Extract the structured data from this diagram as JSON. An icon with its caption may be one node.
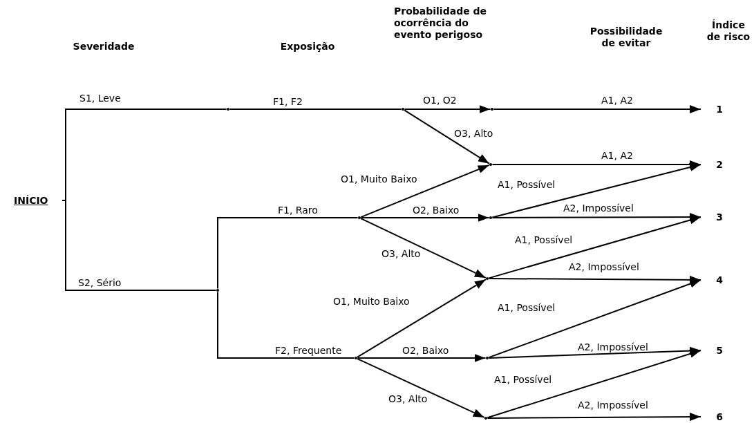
{
  "diagram": {
    "nodes": [
      {
        "text": [
          "INÍCIO"
        ]
      },
      {
        "text": [
          "1"
        ]
      },
      {
        "text": [
          "2"
        ]
      },
      {
        "text": [
          "3"
        ]
      },
      {
        "text": [
          "4"
        ]
      },
      {
        "text": [
          "5"
        ]
      },
      {
        "text": [
          "6"
        ]
      },
      {
        "text": [],
        "shape": "point"
      },
      {
        "text": [],
        "shape": "point"
      },
      {
        "text": [],
        "shape": "point"
      },
      {
        "text": [],
        "shape": "point"
      },
      {
        "text": [],
        "shape": "point"
      },
      {
        "text": [],
        "shape": "point"
      },
      {
        "text": [],
        "shape": "point"
      },
      {
        "text": [],
        "shape": "point"
      },
      {
        "text": [],
        "shape": "point"
      },
      {
        "text": [],
        "shape": "point"
      },
      {
        "text": [],
        "shape": "point"
      }
    ],
    "edges": [
      {
        "from": 0,
        "to": 7,
        "arrow": "none",
        "label": "S1, Leve"
      },
      {
        "from": 7,
        "to": 8,
        "arrow": "none",
        "label": "F1, F2"
      },
      {
        "from": 8,
        "to": 9,
        "arrow": "to",
        "label": "O1, O2"
      },
      {
        "from": 9,
        "to": 1,
        "arrow": "to",
        "label": "A1, A2"
      },
      {
        "from": 8,
        "to": 10,
        "arrow": "to",
        "label": "O3, Alto"
      },
      {
        "from": 10,
        "to": 2,
        "arrow": "to",
        "label": "A1, A2"
      },
      {
        "from": 0,
        "to": 11,
        "arrow": "none",
        "label": "S2, Sério"
      },
      {
        "from": 11,
        "to": 12,
        "arrow": "none",
        "label": "F1, Raro"
      },
      {
        "from": 11,
        "to": 15,
        "arrow": "none",
        "label": "F2, Frequente"
      },
      {
        "from": 12,
        "to": 10,
        "arrow": "to",
        "label": "O1, Muito Baixo"
      },
      {
        "from": 12,
        "to": 13,
        "arrow": "to",
        "label": "O2, Baixo"
      },
      {
        "from": 12,
        "to": 14,
        "arrow": "to",
        "label": "O3, Alto"
      },
      {
        "from": 13,
        "to": 2,
        "arrow": "to",
        "label": "A1, Possível"
      },
      {
        "from": 13,
        "to": 3,
        "arrow": "to",
        "label": "A2, Impossível"
      },
      {
        "from": 14,
        "to": 3,
        "arrow": "to",
        "label": "A1, Possível"
      },
      {
        "from": 14,
        "to": 4,
        "arrow": "to",
        "label": "A2, Impossível"
      },
      {
        "from": 15,
        "to": 14,
        "arrow": "to",
        "label": "O1, Muito Baixo"
      },
      {
        "from": 15,
        "to": 16,
        "arrow": "to",
        "label": "O2, Baixo"
      },
      {
        "from": 15,
        "to": 17,
        "arrow": "to",
        "label": "O3, Alto"
      },
      {
        "from": 16,
        "to": 4,
        "arrow": "to",
        "label": "A1, Possível"
      },
      {
        "from": 16,
        "to": 5,
        "arrow": "to",
        "label": "A2, Impossível"
      },
      {
        "from": 17,
        "to": 5,
        "arrow": "to",
        "label": "A1, Possível"
      },
      {
        "from": 17,
        "to": 6,
        "arrow": "to",
        "label": "A2, Impossível"
      }
    ],
    "labels": [
      "Severidade",
      "Exposição",
      "Probabilidade de ocorrência do evento perigoso",
      "Possibilidade de evitar",
      "Índice de risco"
    ]
  }
}
